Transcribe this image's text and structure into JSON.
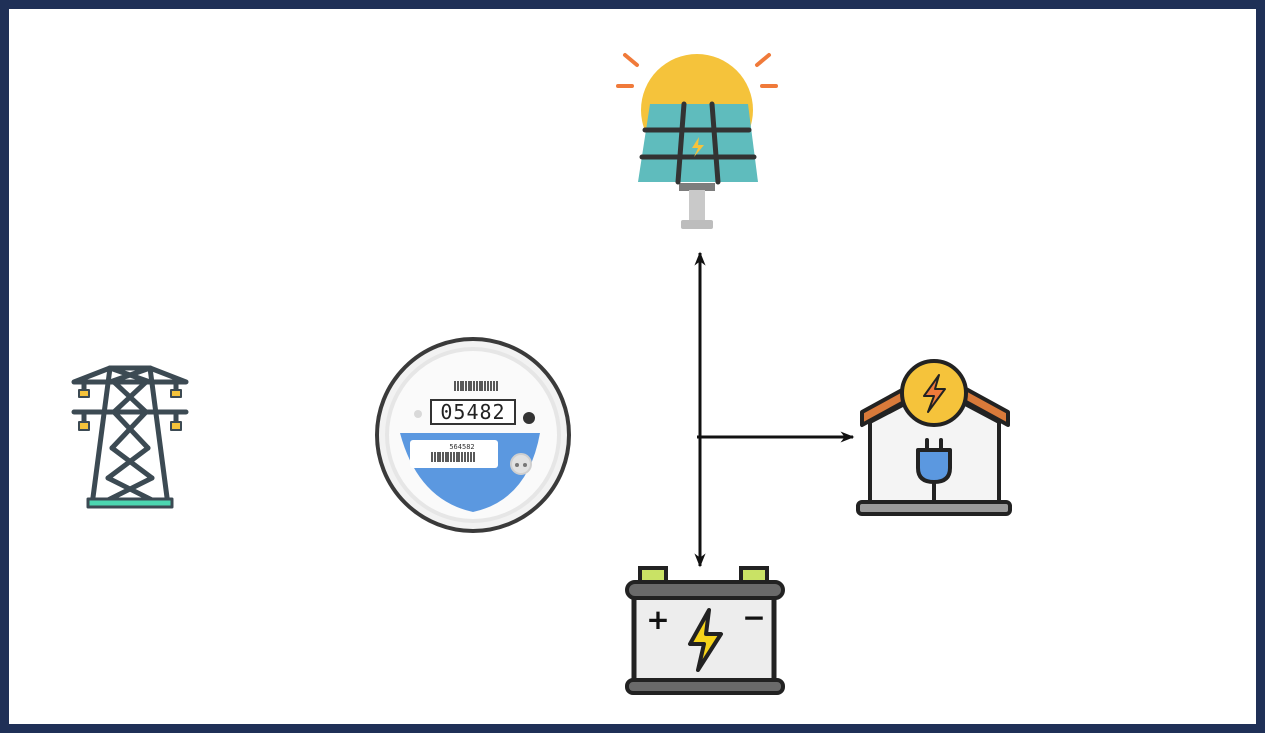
{
  "diagram": {
    "nodes": [
      {
        "id": "grid",
        "icon": "transmission-tower-icon"
      },
      {
        "id": "meter",
        "icon": "electric-meter-icon",
        "reading": "05482",
        "serial": "564582"
      },
      {
        "id": "solar",
        "icon": "solar-panel-icon"
      },
      {
        "id": "home",
        "icon": "house-plug-icon"
      },
      {
        "id": "battery",
        "icon": "car-battery-icon",
        "plus_label": "+",
        "minus_label": "−"
      }
    ],
    "edges": [
      {
        "from": "junction",
        "to": "solar",
        "bidirectional": true
      },
      {
        "from": "junction",
        "to": "home",
        "bidirectional": false
      },
      {
        "from": "junction",
        "to": "battery",
        "bidirectional": true
      }
    ]
  },
  "colors": {
    "frame": "#1f3057",
    "arrow": "#111111",
    "sun": "#f5c33b",
    "sun_rays": "#f07a3a",
    "panel": "#5fbcbd",
    "meter_blue": "#4a90e2",
    "home_roof": "#d97a3a",
    "battery_bolt": "#f5d31a",
    "tower": "#3c4a53",
    "tower_base": "#4bd6b0"
  }
}
